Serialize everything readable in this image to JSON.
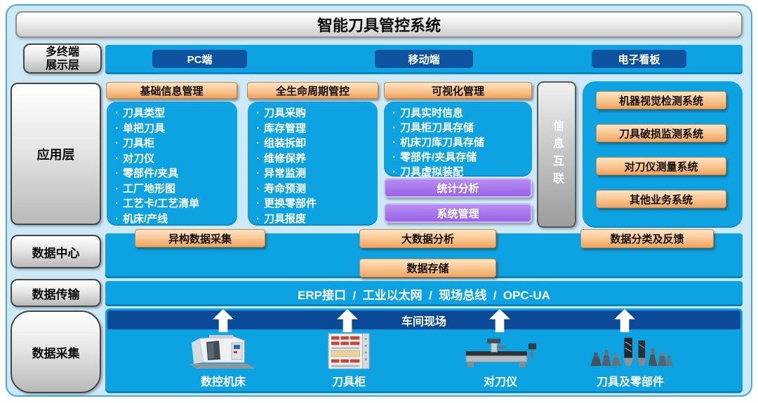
{
  "title": "智能刀具管控系统",
  "display": {
    "label": [
      "多终端",
      "展示层"
    ],
    "terminals": [
      "PC端",
      "移动端",
      "电子看板"
    ]
  },
  "application": {
    "label": "应用层",
    "columns": [
      {
        "header": "基础信息管理",
        "items": [
          "刀具类型",
          "单把刀具",
          "刀具柜",
          "对刀仪",
          "零部件/夹具",
          "工厂地形图",
          "工艺卡/工艺清单",
          "机床/产线"
        ]
      },
      {
        "header": "全生命周期管控",
        "items": [
          "刀具采购",
          "库存管理",
          "组装拆卸",
          "维修保养",
          "异常监测",
          "寿命预测",
          "更换零部件",
          "刀具报废"
        ]
      },
      {
        "header": "可视化管理",
        "items": [
          "刀具实时信息",
          "刀具柜刀具存储",
          "机床刀库刀具存储",
          "零部件/夹具存储",
          "刀具虚拟装配"
        ]
      }
    ],
    "modules": [
      "统计分析",
      "系统管理"
    ],
    "info_link": "信息互联",
    "external_systems": [
      "机器视觉检测系统",
      "刀具破损监测系统",
      "对刀仪测量系统",
      "其他业务系统"
    ]
  },
  "data_center": {
    "label": "数据中心",
    "nodes": [
      "异构数据采集",
      "大数据分析",
      "数据分类及反馈",
      "数据存储"
    ]
  },
  "data_transfer": {
    "label": "数据传输",
    "protocols": "ERP接口  /  工业以太网  /  现场总线  /  OPC-UA"
  },
  "data_collection": {
    "label": "数据采集",
    "workshop": "车间现场",
    "devices": [
      "数控机床",
      "刀具柜",
      "对刀仪",
      "刀具及零部件"
    ]
  },
  "colors": {
    "azure": "#0da3e3",
    "dark_blue": "#0d539f",
    "navy_bar": "#0a4a97",
    "orange": "#f5b97f",
    "purple": "#a173e8",
    "container_bg": "#cde9f8"
  }
}
